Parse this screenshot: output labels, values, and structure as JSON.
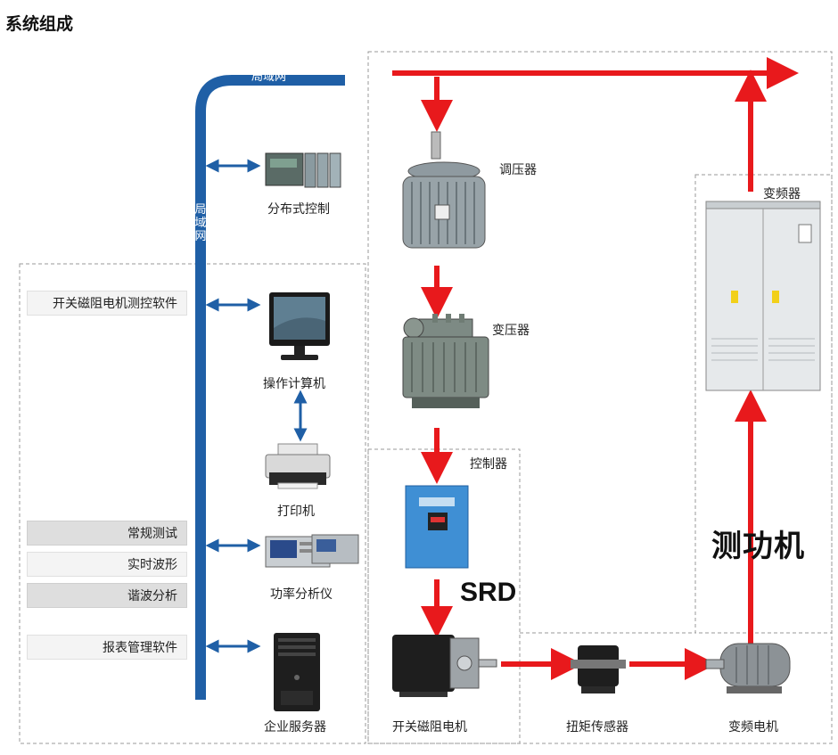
{
  "title": "系统组成",
  "lan": {
    "horizontal": "局域网",
    "vertical": [
      "局",
      "域",
      "网"
    ]
  },
  "left_panel": {
    "software_main": "开关磁阻电机测控软件",
    "tests": [
      "常规测试",
      "实时波形",
      "谐波分析"
    ],
    "report": "报表管理软件"
  },
  "devices": {
    "distributed_control": "分布式控制",
    "computer": "操作计算机",
    "printer": "打印机",
    "power_analyzer": "功率分析仪",
    "server": "企业服务器",
    "voltage_regulator": "调压器",
    "transformer": "变压器",
    "controller": "控制器",
    "srd": "SRD",
    "sr_motor": "开关磁阻电机",
    "torque_sensor": "扭矩传感器",
    "vf_motor": "变频电机",
    "inverter": "变频器",
    "dynamometer": "测功机"
  },
  "colors": {
    "lan": "#1f5fa6",
    "power_flow": "#e8191c",
    "dash": "#9a9a9a"
  }
}
